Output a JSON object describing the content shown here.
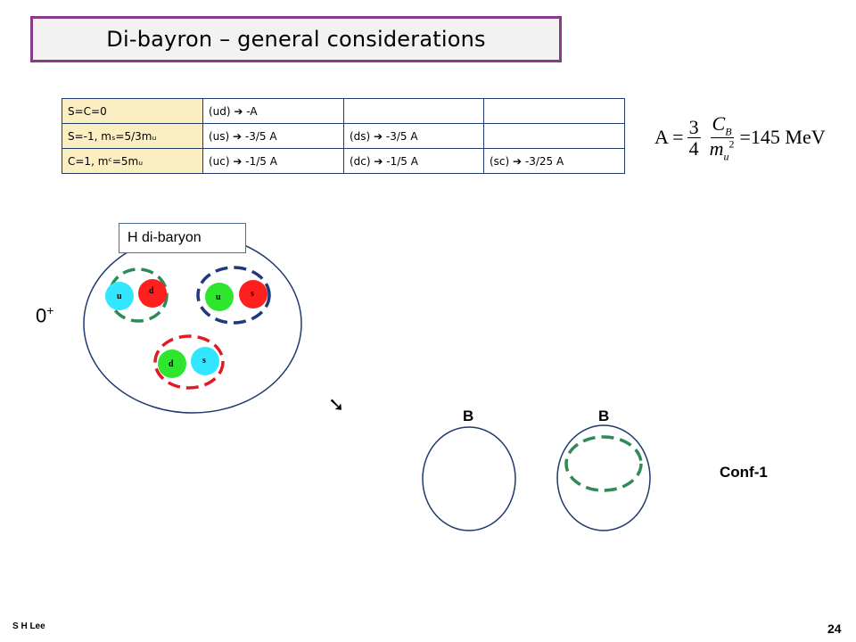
{
  "title": "Di-bayron – general considerations",
  "table": {
    "rows": [
      [
        "S=C=0",
        "(ud) ➔ -A",
        "",
        ""
      ],
      [
        "S=-1, mₛ=5/3mᵤ",
        "(us) ➔ -3/5 A",
        "(ds) ➔ -3/5 A",
        ""
      ],
      [
        "C=1, mᶜ=5mᵤ",
        "(uc) ➔ -1/5 A",
        "(dc) ➔ -1/5 A",
        "(sc) ➔ -3/25 A"
      ]
    ]
  },
  "formula": {
    "lhs": "A =",
    "frac1_num": "3",
    "frac1_den": "4",
    "frac2_num": "C",
    "frac2_num_sub": "B",
    "frac2_den": "m",
    "frac2_den_sub": "u",
    "frac2_den_sup": "2",
    "rhs": "=145  MeV"
  },
  "h_label": "H di-baryon",
  "spin_label": "0",
  "spin_sup": "+",
  "arrow_symbol": "➘",
  "quarks": [
    {
      "label": "u",
      "color": "#33e6ff"
    },
    {
      "label": "d",
      "color": "#ff1f1f"
    },
    {
      "label": "u",
      "color": "#2ee62e"
    },
    {
      "label": "s",
      "color": "#ff1f1f"
    },
    {
      "label": "d",
      "color": "#2ee62e"
    },
    {
      "label": "s",
      "color": "#33e6ff"
    }
  ],
  "diquark_colors": {
    "ud": "#2e8b57",
    "us": "#1f3a7a",
    "ds": "#e01b24"
  },
  "baryon_labels": [
    "B",
    "B"
  ],
  "conf_label": "Conf-1",
  "author": "S H Lee",
  "page_number": "24"
}
